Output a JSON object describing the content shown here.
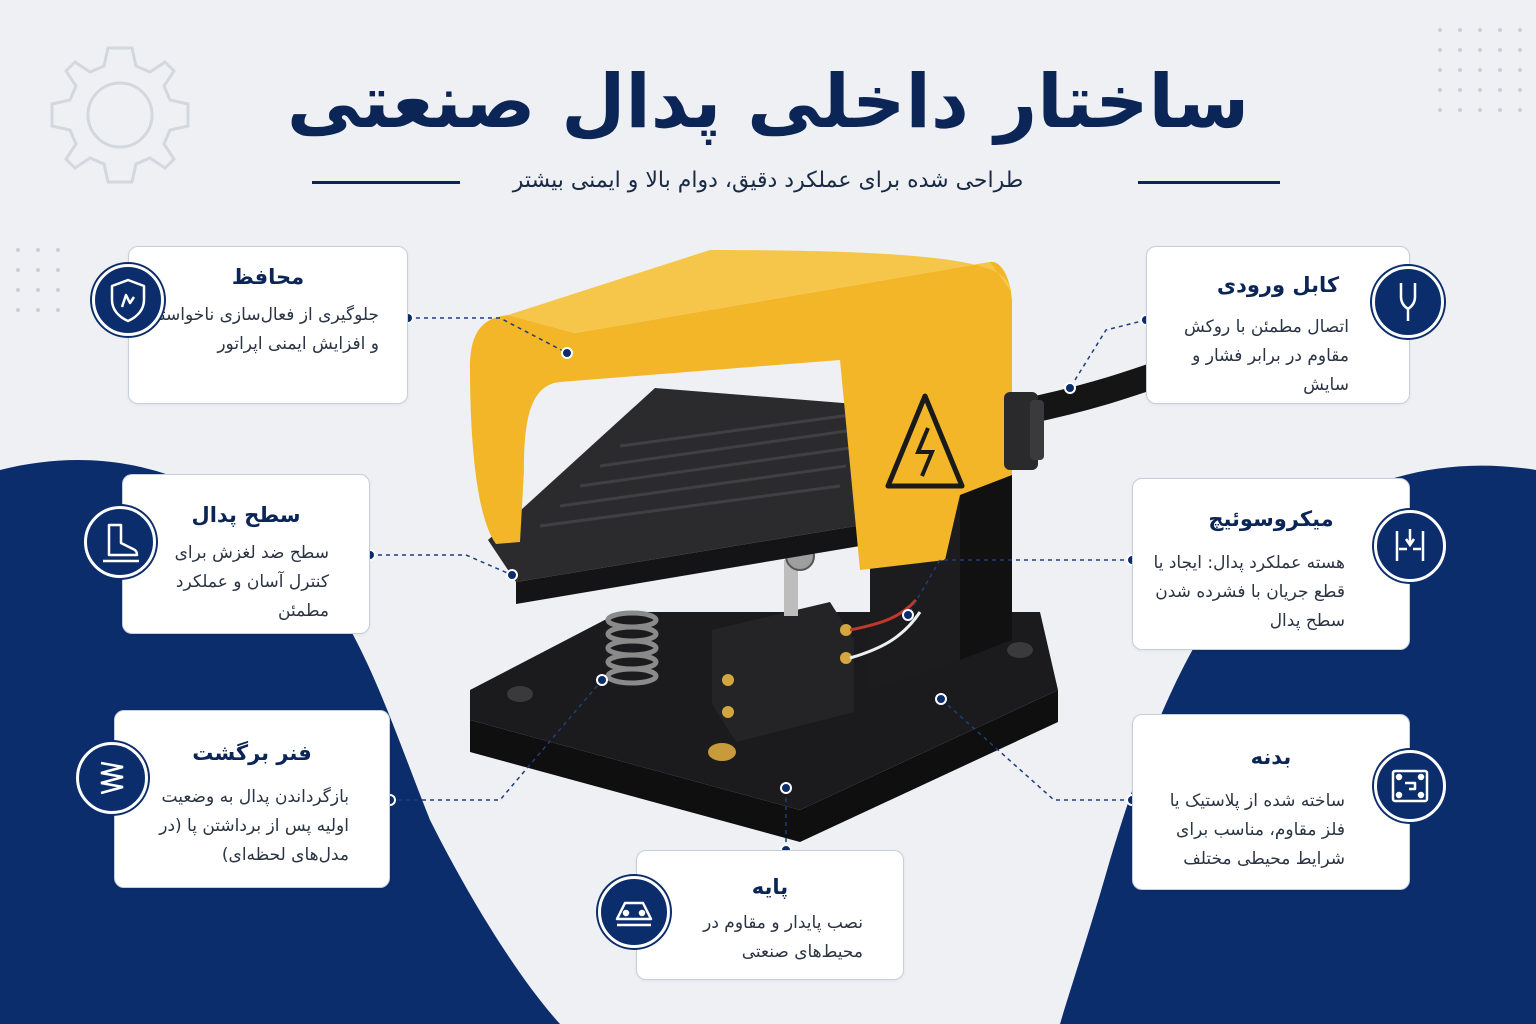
{
  "title": "ساختار داخلی پدال صنعتی",
  "subtitle": "طراحی شده برای عملکرد دقیق، دوام بالا و ایمنی بیشتر",
  "colors": {
    "navy": "#0c2d6b",
    "text_navy": "#0b2557",
    "guard_yellow": "#f2b628",
    "background": "#eef0f4"
  },
  "features": {
    "guard": {
      "title": "محافظ",
      "description": "جلوگیری از فعال‌سازی ناخواسته و افزایش ایمنی اپراتور",
      "icon": "shield-hand-icon"
    },
    "pedal_surface": {
      "title": "سطح پدال",
      "description": "سطح ضد لغزش برای کنترل آسان و عملکرد مطمئن",
      "icon": "boot-icon"
    },
    "return_spring": {
      "title": "فنر برگشت",
      "description": "بازگرداندن پدال به وضعیت اولیه پس از برداشتن پا (در مدل‌های لحظه‌ای)",
      "icon": "spring-icon"
    },
    "base": {
      "title": "پایه",
      "description": "نصب پایدار و مقاوم در محیط‌های صنعتی",
      "icon": "base-plate-icon"
    },
    "input_cable": {
      "title": "کابل ورودی",
      "description": "اتصال مطمئن با روکش مقاوم در برابر فشار و سایش",
      "icon": "cable-icon"
    },
    "microswitch": {
      "title": "میکروسوئیچ",
      "description": "هسته عملکرد پدال: ایجاد یا قطع جریان با فشرده شدن سطح پدال",
      "icon": "switch-contacts-icon"
    },
    "body": {
      "title": "بدنه",
      "description": "ساخته شده از پلاستیک یا فلز مقاوم، مناسب برای شرایط محیطی مختلف",
      "icon": "circuit-board-icon"
    }
  }
}
